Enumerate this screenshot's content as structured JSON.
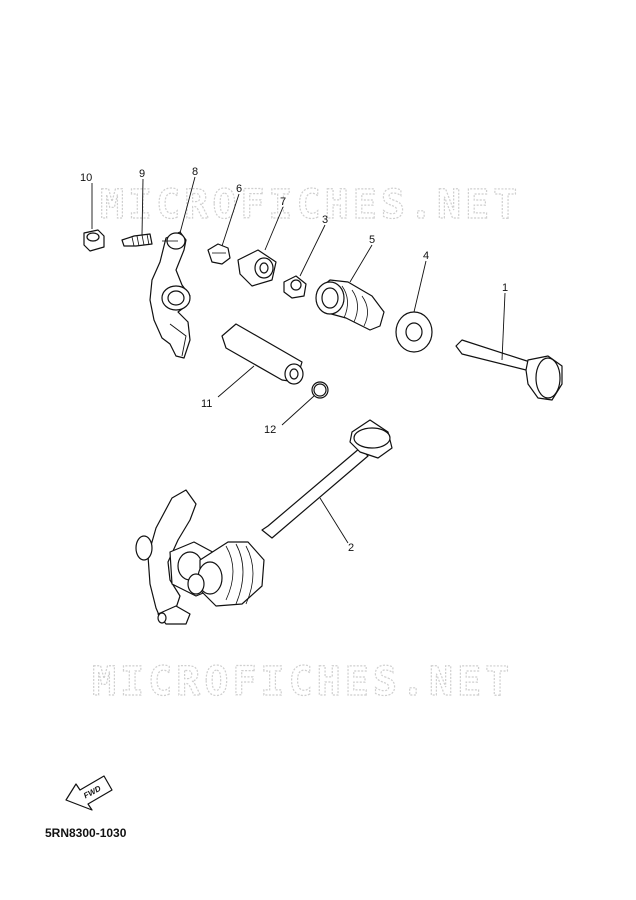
{
  "watermark": {
    "text": "MICROFICHES.NET"
  },
  "callouts": [
    "10",
    "9",
    "8",
    "6",
    "7",
    "3",
    "5",
    "4",
    "1",
    "11",
    "12",
    "2"
  ],
  "fwd_label": "FWD",
  "part_code": "5RN8300-1030"
}
